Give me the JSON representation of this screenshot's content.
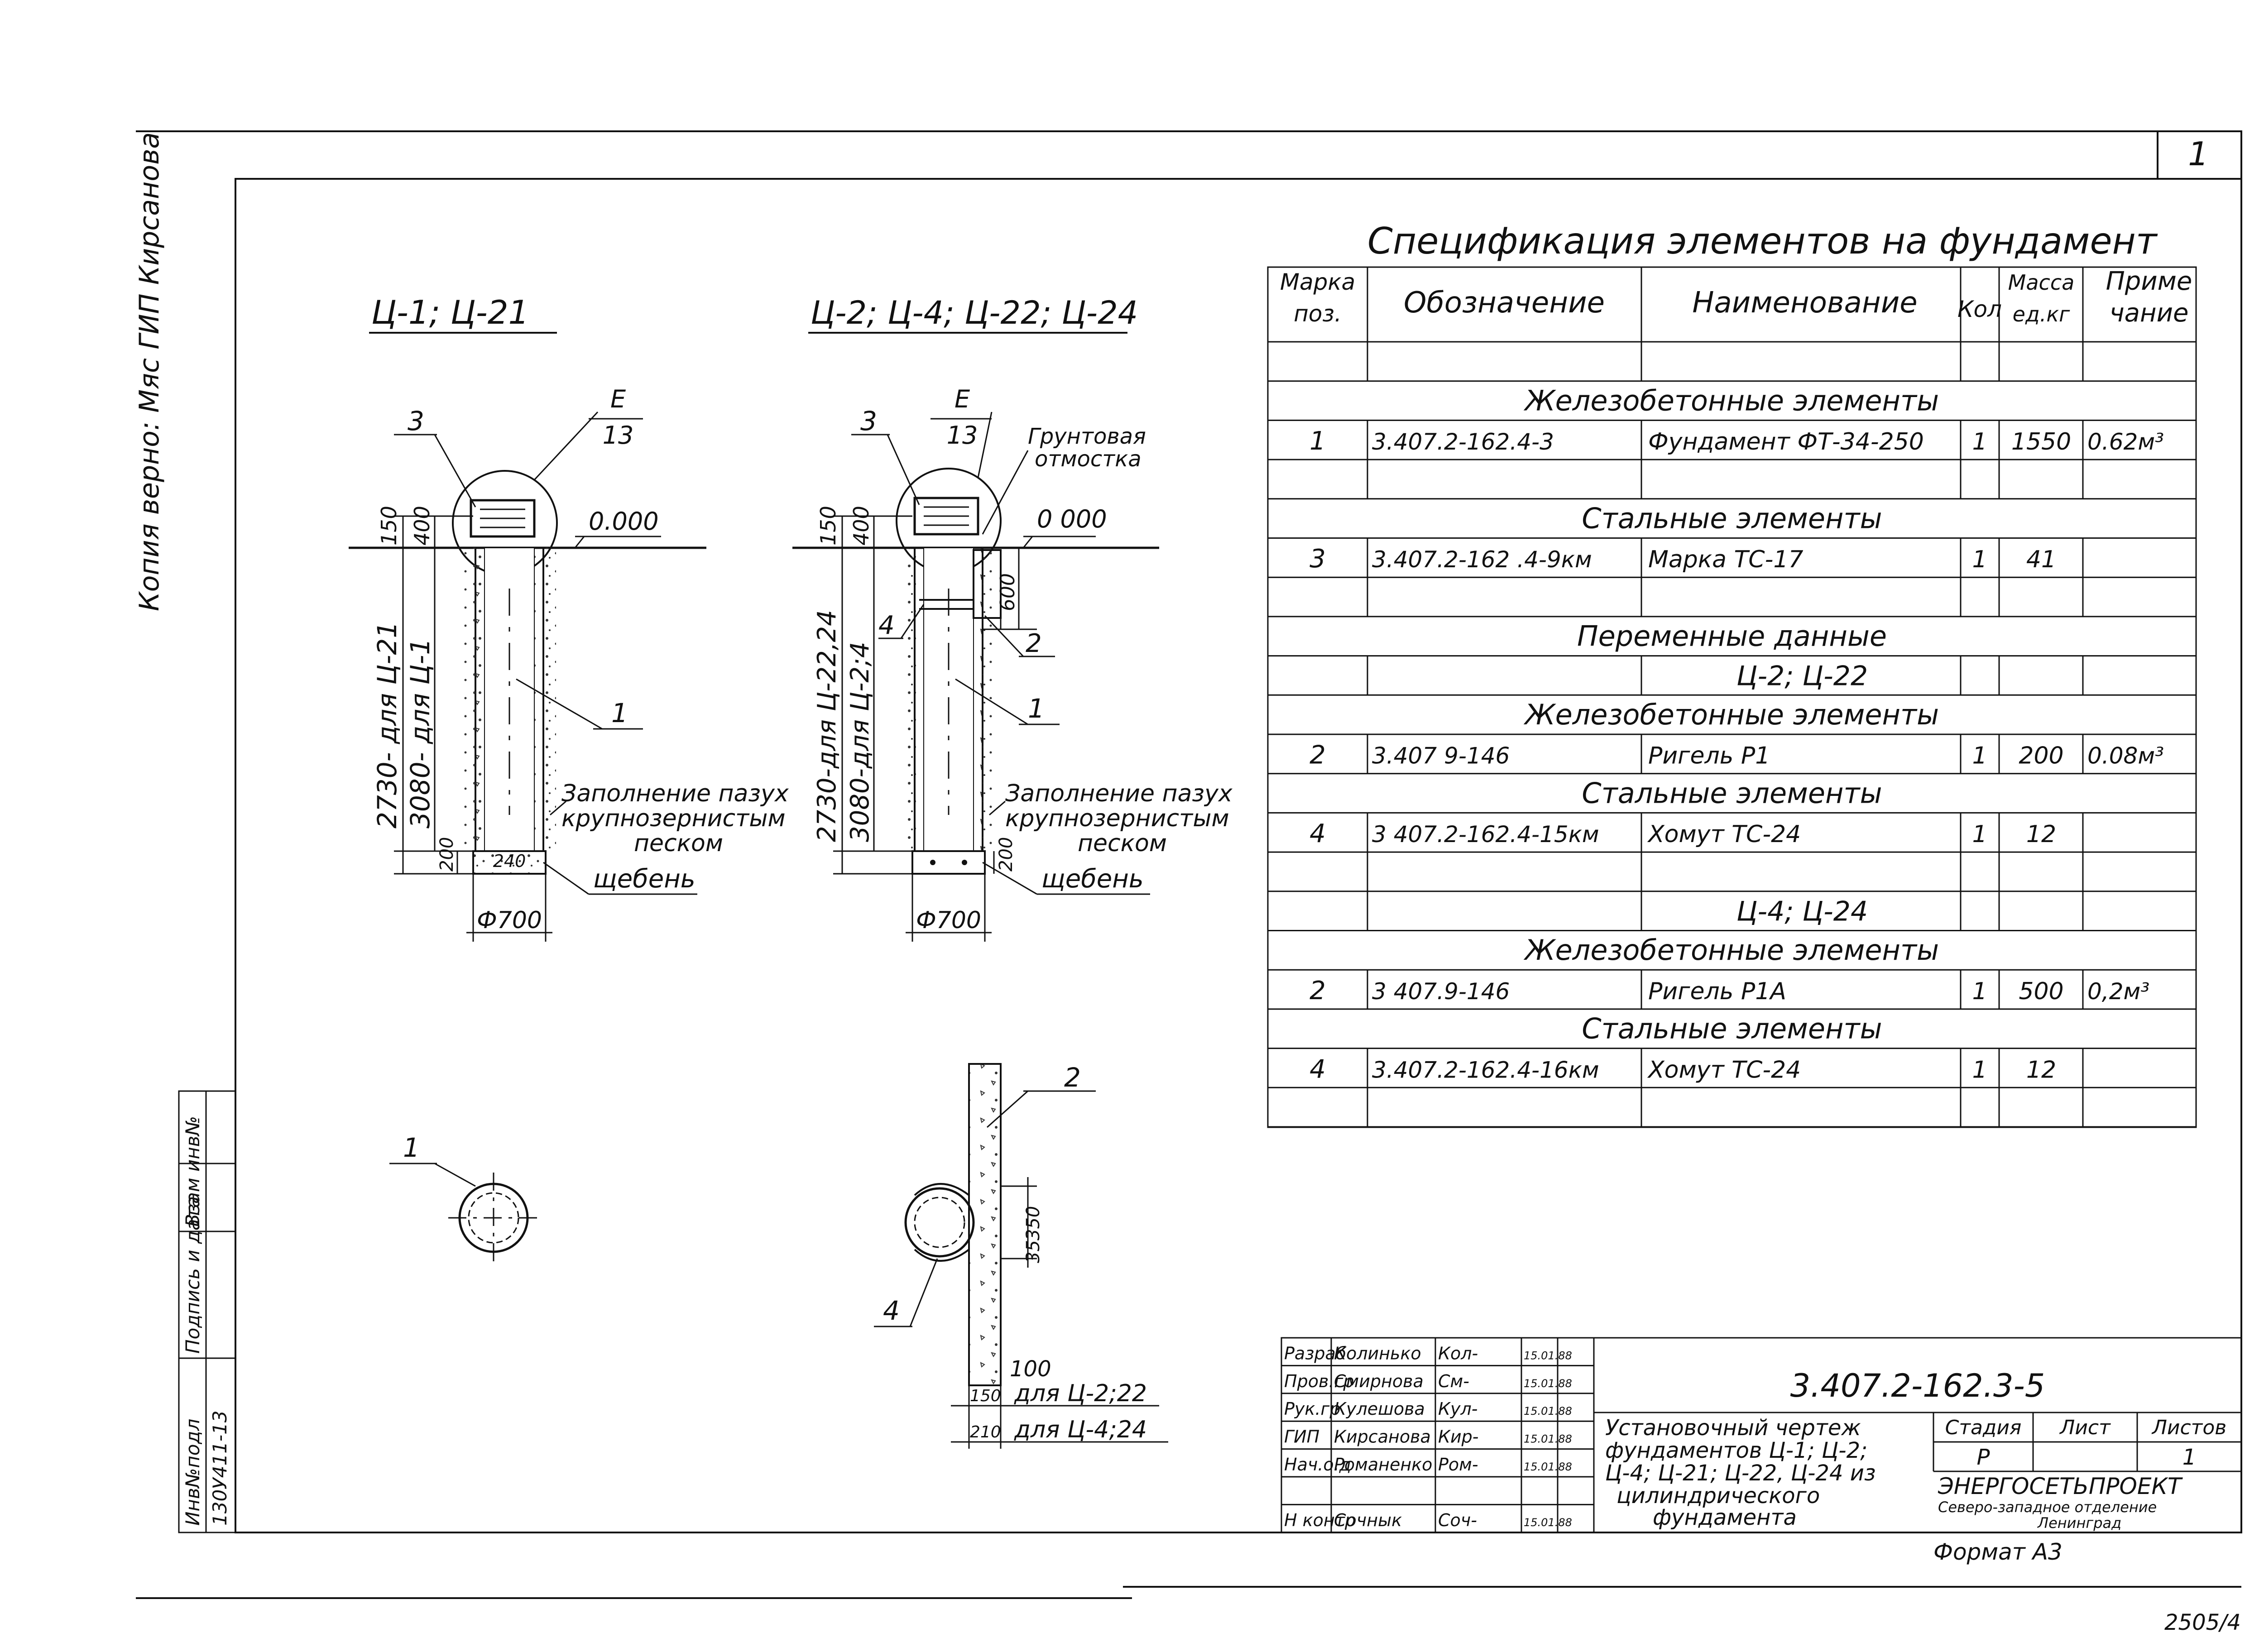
{
  "sheet_number": "1",
  "copy_note": "Копия верно: Мяс ГИП Кирсанова",
  "left_strip": {
    "inv_label": "Инв№подл",
    "sign_label": "Подпись и дата",
    "replace_label": "Взам инв№",
    "inv_value": "130У411-13"
  },
  "spec": {
    "title": "Спецификация элементов на фундамент",
    "headers": [
      "Марка поз.",
      "Обозначение",
      "Наименование",
      "Кол",
      "Масса ед.кг",
      "Примечание"
    ],
    "h_marka": [
      "Марка",
      "поз."
    ],
    "h_oboz": "Обозначение",
    "h_naim": "Наименование",
    "h_kol": "Кол",
    "h_massa": [
      "Масса",
      "ед.кг"
    ],
    "h_prim": [
      "Приме",
      "чание"
    ],
    "rows": [
      {
        "type": "blank"
      },
      {
        "type": "section",
        "text": "Железобетонные элементы"
      },
      {
        "type": "item",
        "pos": "1",
        "oboz": "3.407.2-162.4-3",
        "naim": "Фундамент ФТ-34-250",
        "kol": "1",
        "massa": "1550",
        "prim": "0.62м³"
      },
      {
        "type": "blank"
      },
      {
        "type": "section",
        "text": "Стальные элементы"
      },
      {
        "type": "item",
        "pos": "3",
        "oboz": "3.407.2-162 .4-9км",
        "naim": "Марка ТС-17",
        "kol": "1",
        "massa": "41",
        "prim": ""
      },
      {
        "type": "blank"
      },
      {
        "type": "section",
        "text": "Переменные данные"
      },
      {
        "type": "variant",
        "text": "Ц-2; Ц-22"
      },
      {
        "type": "section",
        "text": "Железобетонные элементы"
      },
      {
        "type": "item",
        "pos": "2",
        "oboz": "3.407 9-146",
        "naim": "Ригель Р1",
        "kol": "1",
        "massa": "200",
        "prim": "0.08м³"
      },
      {
        "type": "section",
        "text": "Стальные элементы"
      },
      {
        "type": "item",
        "pos": "4",
        "oboz": "3 407.2-162.4-15км",
        "naim": "Хомут ТС-24",
        "kol": "1",
        "massa": "12",
        "prim": ""
      },
      {
        "type": "blank"
      },
      {
        "type": "variant",
        "text": "Ц-4; Ц-24"
      },
      {
        "type": "section",
        "text": "Железобетонные элементы"
      },
      {
        "type": "item",
        "pos": "2",
        "oboz": "3 407.9-146",
        "naim": "Ригель Р1А",
        "kol": "1",
        "massa": "500",
        "prim": "0,2м³"
      },
      {
        "type": "section",
        "text": "Стальные элементы"
      },
      {
        "type": "item",
        "pos": "4",
        "oboz": "3.407.2-162.4-16км",
        "naim": "Хомут ТС-24",
        "kol": "1",
        "massa": "12",
        "prim": ""
      },
      {
        "type": "blank"
      }
    ]
  },
  "drawing1": {
    "title": "Ц-1; Ц-21",
    "node_letter": "Е",
    "node_number": "13",
    "pos_3": "3",
    "pos_1": "1",
    "level": "0.000",
    "dim_150": "150",
    "dim_400": "400",
    "dim_2730": "2730- для Ц-21",
    "dim_3080": "3080- для Ц-1",
    "dim_200": "200",
    "dim_240": "240",
    "diam": "Ф700",
    "fill_note": [
      "Заполнение пазух",
      "крупнозернистым",
      "песком"
    ],
    "gravel": "щебень"
  },
  "drawing2": {
    "title": "Ц-2; Ц-4; Ц-22; Ц-24",
    "node_letter": "Е",
    "node_number": "13",
    "pos_3": "3",
    "pos_4": "4",
    "pos_2": "2",
    "pos_1": "1",
    "ground": [
      "Грунтовая",
      "отмостка"
    ],
    "level": "0 000",
    "dim_150": "150",
    "dim_400": "400",
    "dim_2730": "2730-для Ц-22,24",
    "dim_3080": "3080-для Ц-2;4",
    "dim_600": "600",
    "dim_200": "200",
    "diam": "Ф700",
    "fill_note": [
      "Заполнение пазух",
      "крупнозернистым",
      "песком"
    ],
    "gravel": "щебень"
  },
  "plan1": {
    "pos": "1"
  },
  "plan2": {
    "pos_2": "2",
    "pos_4": "4",
    "dim_350": "350",
    "dim_35": "35",
    "dim_100": "100",
    "dim_150": "150",
    "dim_210": "210",
    "note_1": "для Ц-2;22",
    "note_2": "для Ц-4;24"
  },
  "stamp": {
    "people": [
      {
        "role": "Разраб",
        "name": "Колинько",
        "sign": "Кол-",
        "date": "15.01.88"
      },
      {
        "role": "Пров.гр",
        "name": "Смирнова",
        "sign": "См-",
        "date": "15.01.88"
      },
      {
        "role": "Рук.гр",
        "name": "Кулешова",
        "sign": "Кул-",
        "date": "15.01.88"
      },
      {
        "role": "ГИП",
        "name": "Кирсанова",
        "sign": "Кир-",
        "date": "15.01.88"
      },
      {
        "role": "Нач.о.д",
        "name": "Романенко",
        "sign": "Ром-",
        "date": "15.01.88"
      },
      {
        "role": "",
        "name": "",
        "sign": "",
        "date": ""
      },
      {
        "role": "Н контр",
        "name": "Сочнык",
        "sign": "Соч-",
        "date": "15.01.88"
      }
    ],
    "code": "3.407.2-162.3-5",
    "title_lines": [
      "Установочный чертеж",
      "фундаментов Ц-1; Ц-2;",
      "Ц-4; Ц-21; Ц-22, Ц-24 из",
      "цилиндрического",
      "фундамента"
    ],
    "stage_label": "Стадия",
    "sheet_label": "Лист",
    "sheets_label": "Листов",
    "stage": "Р",
    "sheet": "",
    "sheets": "1",
    "org": "ЭНЕРГОСЕТЬПРОЕКТ",
    "org_sub": [
      "Северо-западное отделение",
      "Ленинград"
    ]
  },
  "format": "Формат А3",
  "bottom_code": "2505/4"
}
